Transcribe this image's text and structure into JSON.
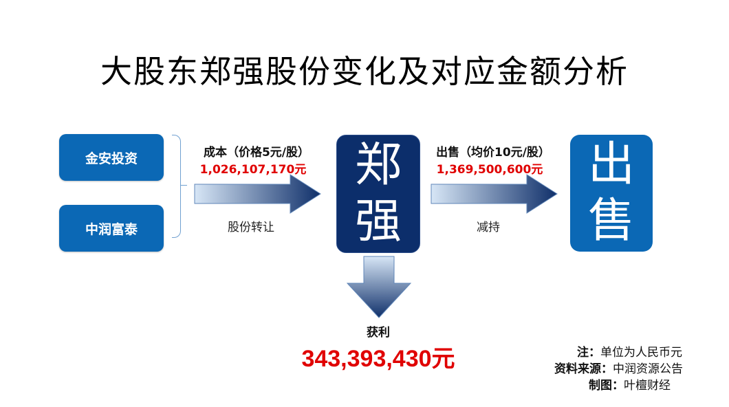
{
  "title": "大股东郑强股份变化及对应金额分析",
  "sources": [
    "金安投资",
    "中润富泰"
  ],
  "transfer": {
    "cost_label": "成本（价格5元/股）",
    "cost_amount": "1,026,107,170元",
    "action": "股份转让"
  },
  "holder": {
    "line1": "郑",
    "line2": "强"
  },
  "sale": {
    "label": "出售（均价10元/股）",
    "amount": "1,369,500,600元",
    "action": "减持"
  },
  "outcome": {
    "line1": "出",
    "line2": "售"
  },
  "profit": {
    "label": "获利",
    "amount": "343,393,430元"
  },
  "notes": [
    {
      "key": "注：",
      "value": "单位为人民币元"
    },
    {
      "key": "资料来源：",
      "value": "中润资源公告"
    },
    {
      "key": "制图：",
      "value": "叶檀财经"
    }
  ],
  "colors": {
    "source_box": "#0b68b5",
    "holder_box": "#0c2e6b",
    "outcome_box": "#0b68b5",
    "amount_red": "#e00000",
    "arrow_dark": "#10306a",
    "arrow_light": "#d7e6f6"
  }
}
